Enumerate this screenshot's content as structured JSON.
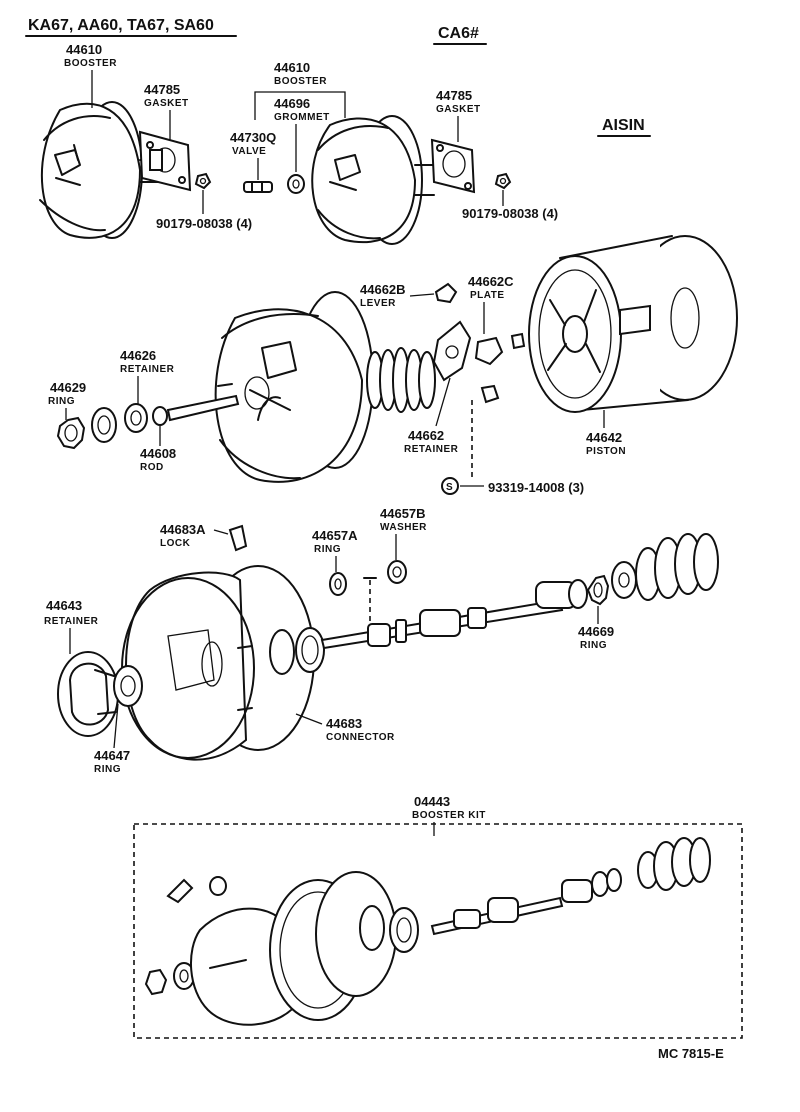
{
  "headings": {
    "models": "KA67, AA60, TA67, SA60",
    "ca6": "CA6#",
    "aisin": "AISIN"
  },
  "parts": {
    "booster_left": {
      "num": "44610",
      "label": "BOOSTER"
    },
    "gasket_left": {
      "num": "44785",
      "label": "GASKET"
    },
    "nut_left": {
      "num": "90179-08038 (4)"
    },
    "booster_right": {
      "num": "44610",
      "label": "BOOSTER"
    },
    "grommet": {
      "num": "44696",
      "label": "GROMMET"
    },
    "valve": {
      "num": "44730Q",
      "label": "VALVE"
    },
    "gasket_right": {
      "num": "44785",
      "label": "GASKET"
    },
    "nut_right": {
      "num": "90179-08038 (4)"
    },
    "lever": {
      "num": "44662B",
      "label": "LEVER"
    },
    "plate": {
      "num": "44662C",
      "label": "PLATE"
    },
    "retainer_44626": {
      "num": "44626",
      "label": "RETAINER"
    },
    "ring_44629": {
      "num": "44629",
      "label": "RING"
    },
    "rod": {
      "num": "44608",
      "label": "ROD"
    },
    "retainer_44662": {
      "num": "44662",
      "label": "RETAINER"
    },
    "piston": {
      "num": "44642",
      "label": "PISTON"
    },
    "screw": {
      "symbol": "S",
      "num": "93319-14008 (3)"
    },
    "lock": {
      "num": "44683A",
      "label": "LOCK"
    },
    "ring_44657a": {
      "num": "44657A",
      "label": "RING"
    },
    "washer": {
      "num": "44657B",
      "label": "WASHER"
    },
    "retainer_44643": {
      "num": "44643",
      "label": "RETAINER"
    },
    "ring_44669": {
      "num": "44669",
      "label": "RING"
    },
    "connector": {
      "num": "44683",
      "label": "CONNECTOR"
    },
    "ring_44647": {
      "num": "44647",
      "label": "RING"
    },
    "kit": {
      "num": "04443",
      "label": "BOOSTER KIT"
    }
  },
  "footer": {
    "code": "MC  7815-E"
  }
}
